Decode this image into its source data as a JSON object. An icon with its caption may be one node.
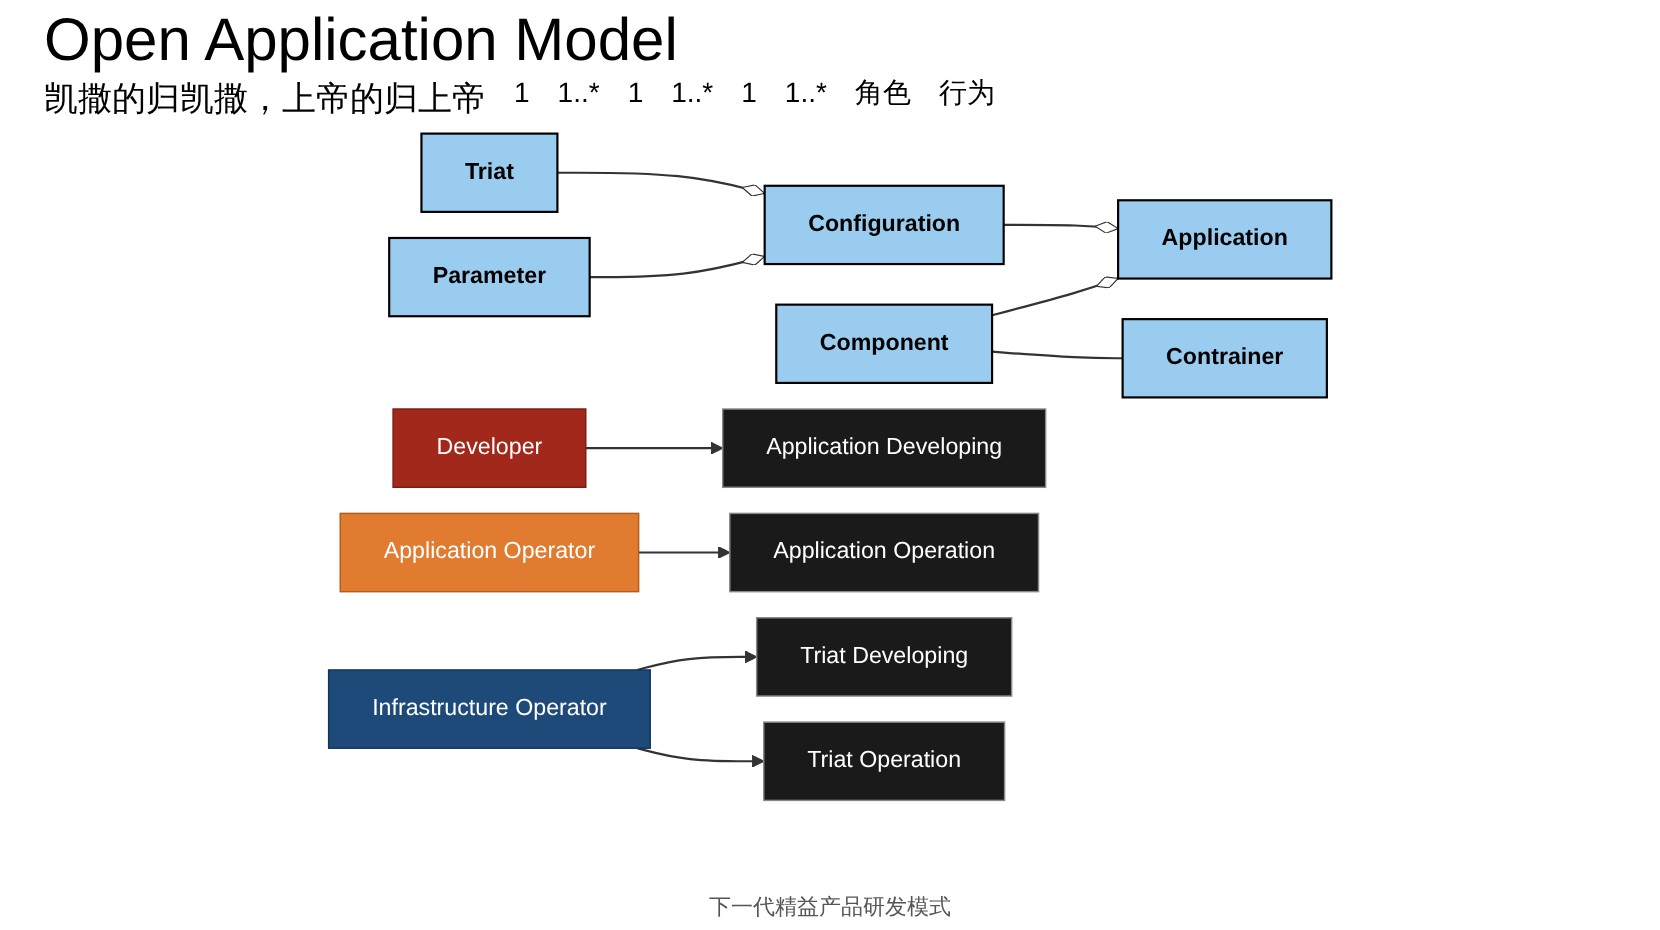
{
  "diagram": {
    "title": "Open Application Model",
    "caption": "下一代精益产品研发模式",
    "nodes": [
      {
        "text": [
          "Application"
        ]
      },
      {
        "text": [
          "Configuration"
        ]
      },
      {
        "text": [
          "Triat"
        ]
      },
      {
        "text": [
          "Parameter"
        ]
      },
      {
        "text": [
          "Component"
        ]
      },
      {
        "text": [
          "Contrainer"
        ]
      },
      {
        "text": [
          "Developer"
        ]
      },
      {
        "text": [
          "Application Operator"
        ]
      },
      {
        "text": [
          "Infrastructure Operator"
        ]
      },
      {
        "text": [
          "Application Developing"
        ]
      },
      {
        "text": [
          "Application Operation"
        ]
      },
      {
        "text": [
          "Triat Developing"
        ]
      },
      {
        "text": [
          "Triat Operation"
        ]
      }
    ],
    "edges": [
      {
        "from": 1,
        "to": 0,
        "arrow": "other"
      },
      {
        "from": 2,
        "to": 1,
        "arrow": "other"
      },
      {
        "from": 3,
        "to": 1,
        "arrow": "other"
      },
      {
        "from": 4,
        "to": 0,
        "arrow": "other"
      },
      {
        "from": 4,
        "to": 5,
        "arrow": "none"
      },
      {
        "from": 6,
        "to": 9,
        "arrow": "to"
      },
      {
        "from": 7,
        "to": 10,
        "arrow": "to"
      },
      {
        "from": 8,
        "to": 11,
        "arrow": "to"
      },
      {
        "from": 8,
        "to": 12,
        "arrow": "to"
      }
    ],
    "labels": [
      "凯撒的归凯撒，上帝的归上帝",
      "1",
      "1..*",
      "1",
      "1..*",
      "1",
      "1..*",
      "角色",
      "行为"
    ]
  }
}
